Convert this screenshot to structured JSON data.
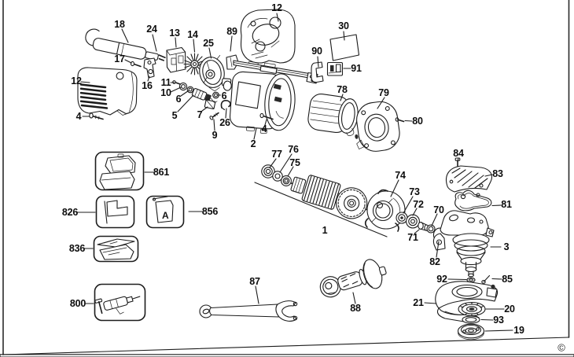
{
  "diagram": {
    "type": "exploded-parts-diagram",
    "subject": "angle grinder spare parts schematic",
    "copyright_mark": "©",
    "inset_letter_a": "A",
    "labels": {
      "l18": "18",
      "l24": "24",
      "l13": "13",
      "l14": "14",
      "l25": "25",
      "l89": "89",
      "l12b": "12",
      "l30": "30",
      "l17": "17",
      "l90": "90",
      "l91": "91",
      "l12a": "12",
      "l16": "16",
      "l11": "11",
      "l10": "10",
      "l6a": "6",
      "l5": "5",
      "l6b": "6",
      "l7": "7",
      "l26": "26",
      "l9": "9",
      "l4a": "4",
      "l4b": "4",
      "l2": "2",
      "l78": "78",
      "l79": "79",
      "l80": "80",
      "l77": "77",
      "l76": "76",
      "l75": "75",
      "l74": "74",
      "l84": "84",
      "l83": "83",
      "l81": "81",
      "l73": "73",
      "l72": "72",
      "l70": "70",
      "l71": "71",
      "l1": "1",
      "l82": "82",
      "l3": "3",
      "l92": "92",
      "l85": "85",
      "l21": "21",
      "l20": "20",
      "l93": "93",
      "l19": "19",
      "l88": "88",
      "l87": "87",
      "l861": "861",
      "l826": "826",
      "l856": "856",
      "l836": "836",
      "l800": "800"
    }
  }
}
